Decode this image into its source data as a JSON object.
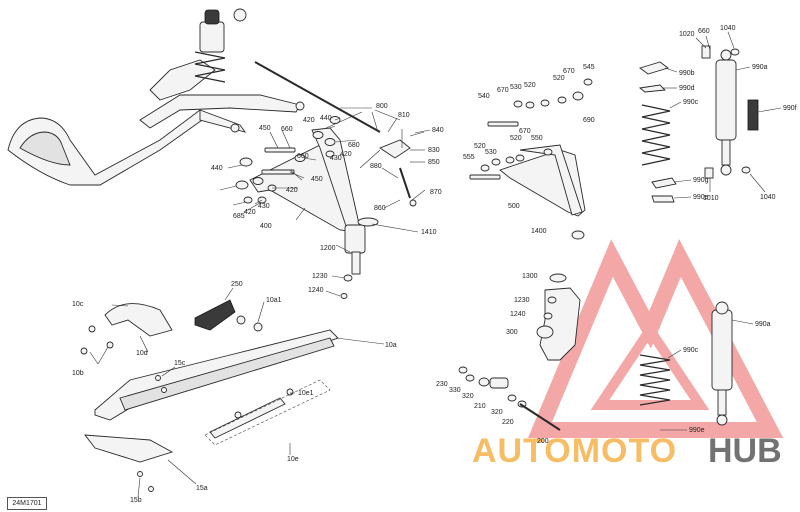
{
  "diagram_code": "24M1701",
  "watermark": {
    "brand": "AUTOMOTOHUB",
    "accent": "#f08a8a",
    "text_colors": [
      "#f5b24a",
      "#5a5a5a"
    ]
  },
  "labels": {
    "l800": "800",
    "l810": "810",
    "l840": "840",
    "l830": "830",
    "l850": "850",
    "l880": "880",
    "l860": "860",
    "l870": "870",
    "l1410": "1410",
    "l1200": "1200",
    "l1230a": "1230",
    "l1240a": "1240",
    "l450a": "450",
    "l420a": "420",
    "l440a": "440",
    "l660a": "660",
    "l680": "680",
    "l430a": "430",
    "l420b": "420",
    "l660b": "660",
    "l440b": "440",
    "l450b": "450",
    "l420c": "420",
    "l420d": "420",
    "l430b": "430",
    "l685": "685",
    "l400": "400",
    "l250": "250",
    "l10a1": "10a1",
    "l10c": "10c",
    "l10b": "10b",
    "l10d": "10d",
    "l15c": "15c",
    "l10a": "10a",
    "l10e1": "10e1",
    "l10e": "10e",
    "l15a": "15a",
    "l15b": "15b",
    "l540": "540",
    "l670a": "670",
    "l530a": "530",
    "l520a": "520",
    "l670b": "670",
    "l545": "545",
    "l520b": "520",
    "l690": "690",
    "l555": "555",
    "l520c": "520",
    "l530b": "530",
    "l520d": "520",
    "l670c": "670",
    "l550": "550",
    "l500": "500",
    "l1400": "1400",
    "l1300": "1300",
    "l1230b": "1230",
    "l1240b": "1240",
    "l300": "300",
    "l230": "230",
    "l330": "330",
    "l320a": "320",
    "l210": "210",
    "l320b": "320",
    "l220": "220",
    "l200": "200",
    "l1020": "1020",
    "l660c": "660",
    "l1040a": "1040",
    "l990b": "990b",
    "l990d": "990d",
    "l990c": "990c",
    "l990a": "990a",
    "l990f": "990f",
    "l990g": "990g",
    "l990e": "990e",
    "l1010": "1010",
    "l1040b": "1040",
    "l990a2": "990a",
    "l990c2": "990c",
    "l990e2": "990e"
  }
}
